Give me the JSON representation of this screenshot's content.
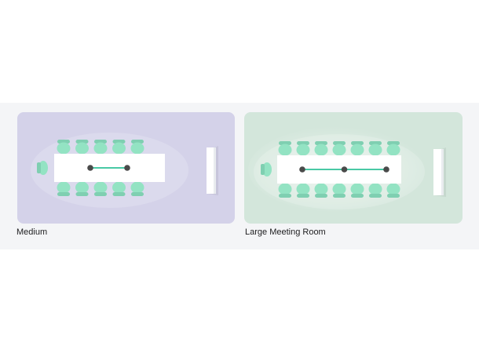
{
  "rooms": [
    {
      "name": "Medium",
      "background": "#d4d2e9",
      "chairs_per_side": 5,
      "dots": 2
    },
    {
      "name": "Large Meeting Room",
      "background": "#d3e6db",
      "chairs_per_side": 7,
      "dots": 3
    }
  ],
  "colors": {
    "chair": "#93e3c3",
    "chair_edge": "#7fcfb1",
    "table": "#ffffff",
    "line": "#49c9a5",
    "dot": "#4a4a4a",
    "screen": "#ffffff"
  },
  "icons": {
    "chair": "chair-icon",
    "table": "table-icon",
    "screen": "screen-icon",
    "dot": "dot-icon"
  }
}
